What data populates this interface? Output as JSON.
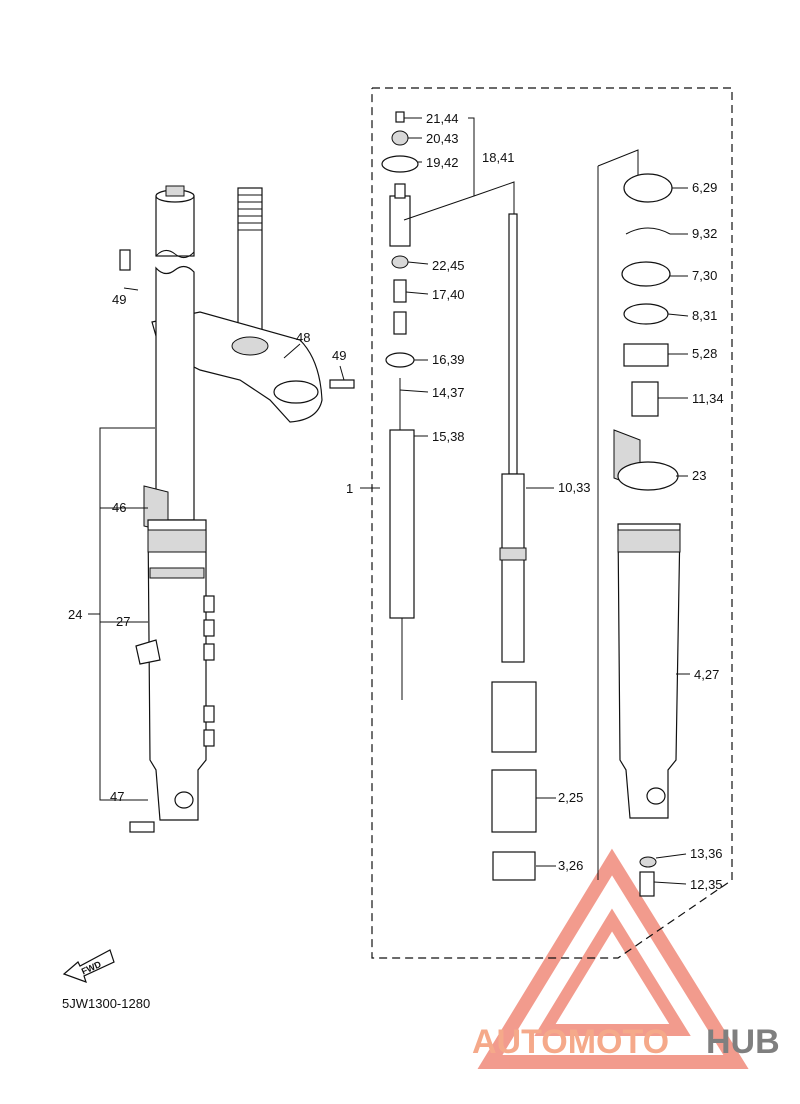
{
  "diagram_code": "5JW1300-1280",
  "fwd_label": "FWD",
  "watermark": {
    "part1": "AUTOMOTO",
    "part2": "HUB",
    "color1": "#f5a98a",
    "color2": "#7f7f7f",
    "triangle_color": "#f08a7a"
  },
  "callouts": {
    "c_1": "1",
    "c_2_25": "2,25",
    "c_3_26": "3,26",
    "c_4_27": "4,27",
    "c_5_28": "5,28",
    "c_6_29": "6,29",
    "c_7_30": "7,30",
    "c_8_31": "8,31",
    "c_9_32": "9,32",
    "c_10_33": "10,33",
    "c_11_34": "11,34",
    "c_12_35": "12,35",
    "c_13_36": "13,36",
    "c_14_37": "14,37",
    "c_15_38": "15,38",
    "c_16_39": "16,39",
    "c_17_40": "17,40",
    "c_18_41": "18,41",
    "c_19_42": "19,42",
    "c_20_43": "20,43",
    "c_21_44": "21,44",
    "c_22_45": "22,45",
    "c_23": "23",
    "c_24": "24",
    "c_27": "27",
    "c_46": "46",
    "c_47": "47",
    "c_48": "48",
    "c_49a": "49",
    "c_49b": "49"
  }
}
